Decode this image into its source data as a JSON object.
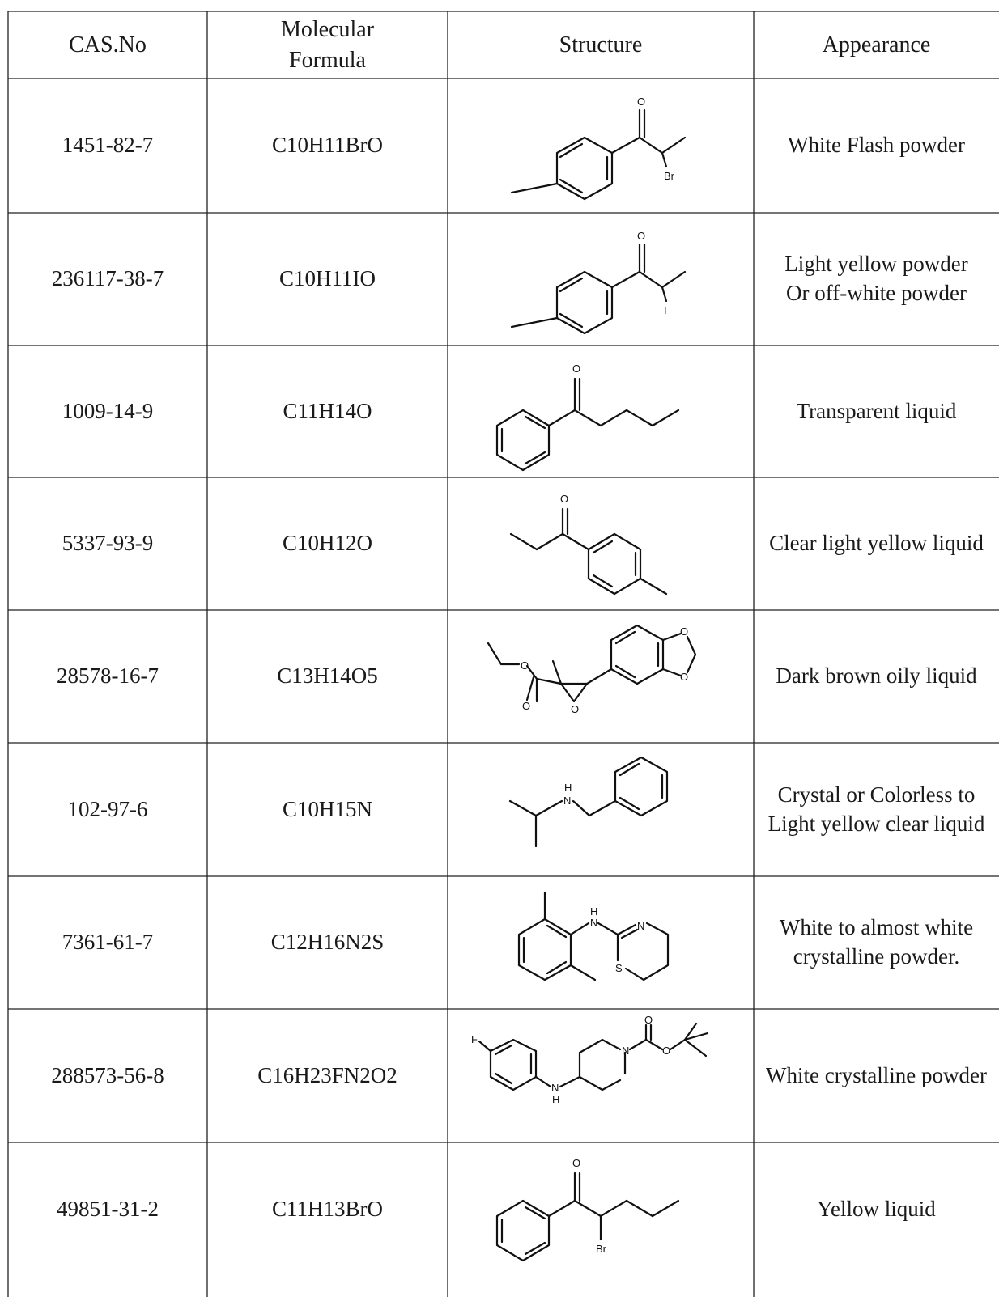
{
  "headers": [
    "CAS.No",
    "Molecular\nFormula",
    "Structure",
    "Appearance"
  ],
  "rows": [
    {
      "cas": "1451-82-7",
      "formula": "C10H11BrO",
      "appearance": "White Flash powder",
      "atom_labels": [
        "O",
        "Br"
      ]
    },
    {
      "cas": "236117-38-7",
      "formula": "C10H11IO",
      "appearance": "Light yellow powder\nOr off-white powder",
      "atom_labels": [
        "O",
        "I"
      ]
    },
    {
      "cas": "1009-14-9",
      "formula": "C11H14O",
      "appearance": "Transparent liquid",
      "atom_labels": [
        "O"
      ]
    },
    {
      "cas": "5337-93-9",
      "formula": "C10H12O",
      "appearance": "Clear light yellow liquid",
      "atom_labels": [
        "O"
      ]
    },
    {
      "cas": "28578-16-7",
      "formula": "C13H14O5",
      "appearance": "Dark brown oily liquid",
      "atom_labels": [
        "O",
        "O",
        "O",
        "O",
        "O"
      ]
    },
    {
      "cas": "102-97-6",
      "formula": "C10H15N",
      "appearance": "Crystal or Colorless to\nLight yellow clear liquid",
      "atom_labels": [
        "H",
        "N"
      ]
    },
    {
      "cas": "7361-61-7",
      "formula": "C12H16N2S",
      "appearance": "White to almost white\ncrystalline powder.",
      "atom_labels": [
        "H",
        "N",
        "N",
        "S"
      ]
    },
    {
      "cas": "288573-56-8",
      "formula": "C16H23FN2O2",
      "appearance": "White crystalline powder",
      "atom_labels": [
        "F",
        "N",
        "H",
        "N",
        "O",
        "O"
      ]
    },
    {
      "cas": "49851-31-2",
      "formula": "C11H13BrO",
      "appearance": "Yellow liquid",
      "atom_labels": [
        "O",
        "Br"
      ]
    }
  ]
}
